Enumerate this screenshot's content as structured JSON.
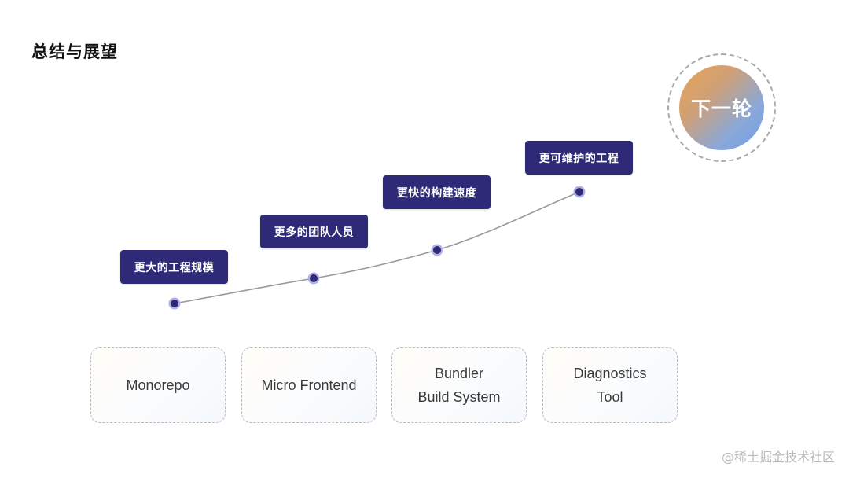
{
  "title": "总结与展望",
  "next": {
    "label": "下一轮"
  },
  "milestones": [
    {
      "label": "更大的工程规模"
    },
    {
      "label": "更多的团队人员"
    },
    {
      "label": "更快的构建速度"
    },
    {
      "label": "更可维护的工程"
    }
  ],
  "tools": [
    {
      "lines": [
        "Monorepo"
      ]
    },
    {
      "lines": [
        "Micro Frontend"
      ]
    },
    {
      "lines": [
        "Bundler",
        "Build System"
      ]
    },
    {
      "lines": [
        "Diagnostics",
        "Tool"
      ]
    }
  ],
  "watermark": "@稀土掘金技术社区",
  "colors": {
    "tag_bg": "#2e2a78",
    "dot": "#2e2a78",
    "dot_halo": "#b3b0e6",
    "curve": "#9a9a9a",
    "next_gradient_start": "#e9a552",
    "next_gradient_end": "#6f9fe6"
  }
}
